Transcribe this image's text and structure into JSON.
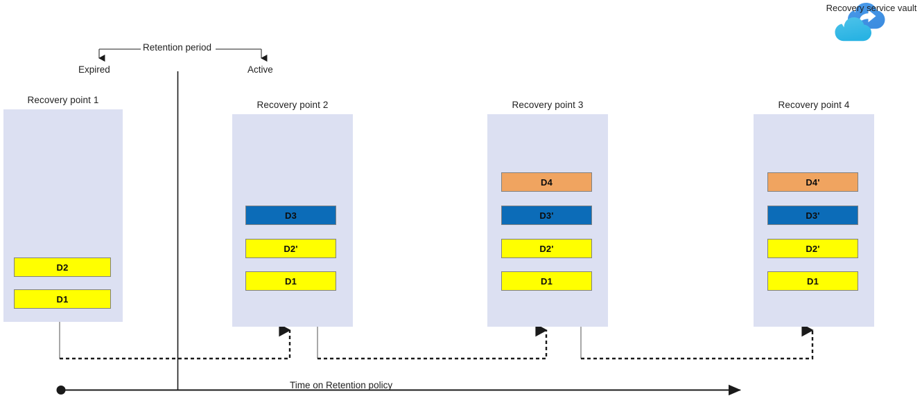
{
  "diagram": {
    "title_visible": false,
    "colors": {
      "panel": "#dce0f2",
      "yellow": "#ffff00",
      "blue": "#0c6cb8",
      "orange": "#f0a460",
      "line": "#1a1a1a",
      "solid_connector": "#808080"
    }
  },
  "vault": {
    "label": "Recovery service vault",
    "icon": "cloud-share-icon"
  },
  "retention": {
    "label": "Retention period",
    "expired_label": "Expired",
    "active_label": "Active"
  },
  "axis": {
    "label": "Time on Retention policy"
  },
  "recovery_points": [
    {
      "title": "Recovery point 1",
      "bars": [
        {
          "label": "D2",
          "color": "yellow"
        },
        {
          "label": "D1",
          "color": "yellow"
        }
      ]
    },
    {
      "title": "Recovery point 2",
      "bars": [
        {
          "label": "D3",
          "color": "blue"
        },
        {
          "label": "D2'",
          "color": "yellow"
        },
        {
          "label": "D1",
          "color": "yellow"
        }
      ]
    },
    {
      "title": "Recovery point 3",
      "bars": [
        {
          "label": "D4",
          "color": "orange"
        },
        {
          "label": "D3'",
          "color": "blue"
        },
        {
          "label": "D2'",
          "color": "yellow"
        },
        {
          "label": "D1",
          "color": "yellow"
        }
      ]
    },
    {
      "title": "Recovery point 4",
      "bars": [
        {
          "label": "D4'",
          "color": "orange"
        },
        {
          "label": "D3'",
          "color": "blue"
        },
        {
          "label": "D2'",
          "color": "yellow"
        },
        {
          "label": "D1",
          "color": "yellow"
        }
      ]
    }
  ]
}
